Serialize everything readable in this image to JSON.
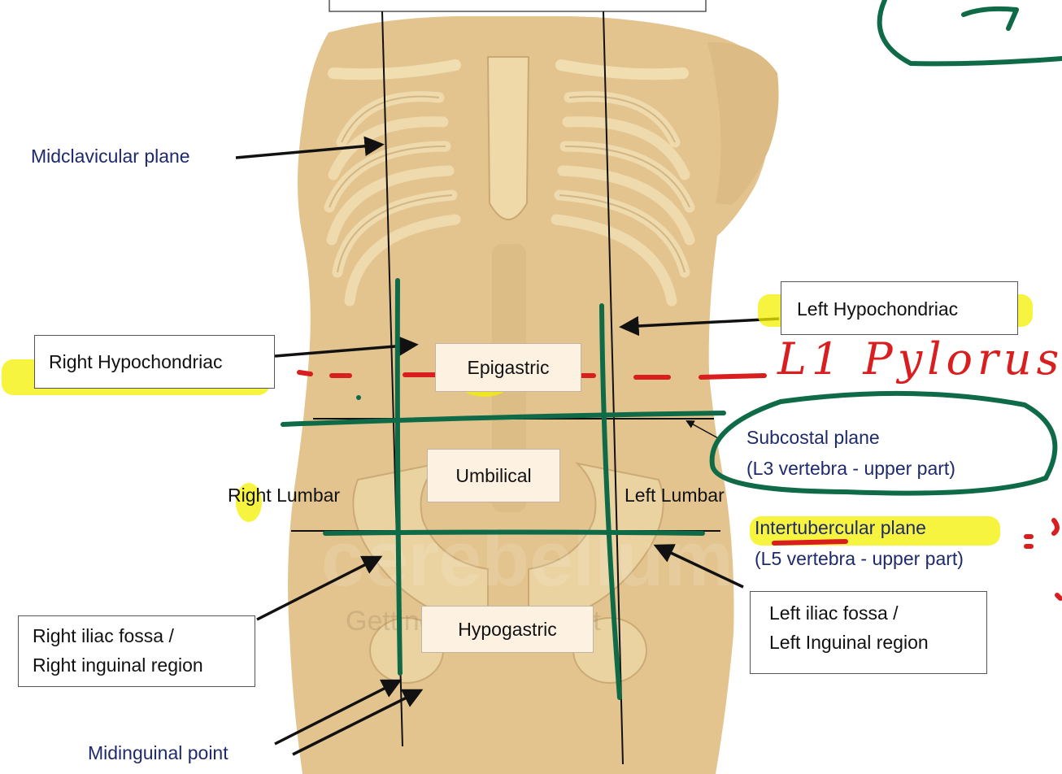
{
  "labels": {
    "midclavicular_plane": "Midclavicular plane",
    "right_hypochondriac": "Right Hypochondriac",
    "left_hypochondriac": "Left Hypochondriac",
    "epigastric": "Epigastric",
    "umbilical": "Umbilical",
    "hypogastric": "Hypogastric",
    "right_lumbar": "Right Lumbar",
    "left_lumbar": "Left Lumbar",
    "subcostal_plane": "Subcostal plane",
    "subcostal_detail": "(L3 vertebra - upper part)",
    "intertubercular_plane": "Intertubercular plane",
    "intertubercular_detail": "(L5 vertebra - upper part)",
    "right_iliac_line1": "Right iliac fossa /",
    "right_iliac_line2": "Right inguinal region",
    "left_iliac_line1": "Left iliac fossa /",
    "left_iliac_line2": "Left Inguinal region",
    "midinguinal_point": "Midinguinal point"
  },
  "handwritten": {
    "l1_note": "L1 Pylorus"
  },
  "watermark": {
    "brand": "cerebellum",
    "tagline": "Getting balance right"
  },
  "colors": {
    "body_fill": "#e3c48f",
    "bone": "#ecd8aa",
    "label_navy": "#1f2a6b",
    "annotation_green": "#0f6b47",
    "annotation_red": "#d81e1e",
    "highlight_yellow": "#f4f000"
  }
}
